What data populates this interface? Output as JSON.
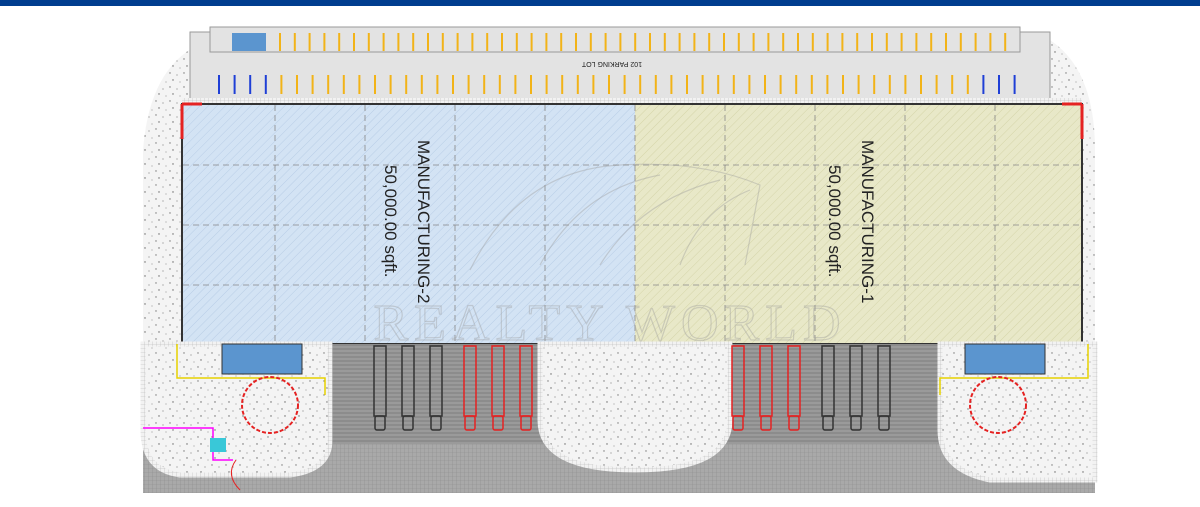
{
  "parking": {
    "label": "102 PARKING LOT",
    "top_row_stalls": 50,
    "bottom_row_stalls": 52
  },
  "units": [
    {
      "name": "MANUFACTURING-2",
      "area": "50,000.00 sqft."
    },
    {
      "name": "MANUFACTURING-1",
      "area": "50,000.00 sqft."
    }
  ],
  "watermark": {
    "brand": "REALTY WORLD"
  },
  "colors": {
    "header": "#003d8f",
    "unit2": "#cfe0f2",
    "unit1": "#e6e6c4",
    "truck_dark": "#333333",
    "truck_red": "#e52222",
    "stall": "#f2b318"
  }
}
